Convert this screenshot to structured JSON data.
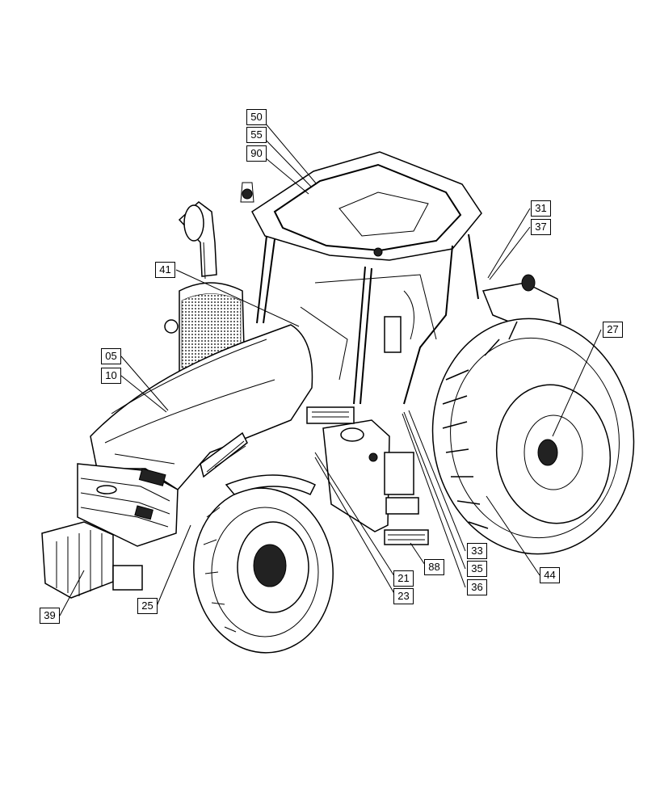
{
  "callouts": {
    "c50": "50",
    "c55": "55",
    "c90": "90",
    "c31": "31",
    "c37": "37",
    "c41": "41",
    "c05": "05",
    "c10": "10",
    "c27": "27",
    "c33": "33",
    "c35": "35",
    "c36": "36",
    "c88": "88",
    "c21": "21",
    "c23": "23",
    "c44": "44",
    "c25": "25",
    "c39": "39"
  }
}
